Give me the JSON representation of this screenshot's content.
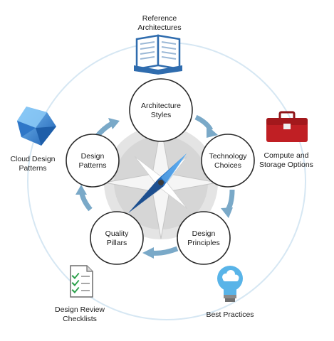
{
  "inner_nodes": [
    {
      "label": "Architecture\nStyles"
    },
    {
      "label": "Technology\nChoices"
    },
    {
      "label": "Design\nPrinciples"
    },
    {
      "label": "Quality\nPillars"
    },
    {
      "label": "Design\nPatterns"
    }
  ],
  "outer_items": {
    "reference_architectures": {
      "label": "Reference\nArchitectures",
      "icon": "book-icon"
    },
    "compute_storage": {
      "label": "Compute and\nStorage Options",
      "icon": "toolbox-icon"
    },
    "best_practices": {
      "label": "Best Practices",
      "icon": "lightbulb-cloud-icon"
    },
    "design_review": {
      "label": "Design Review\nChecklists",
      "icon": "checklist-icon"
    },
    "cloud_patterns": {
      "label": "Cloud Design\nPatterns",
      "icon": "crystal-icon"
    }
  },
  "colors": {
    "arrow": "#7aa9c8",
    "outer_ring": "#cfe3f1",
    "node_stroke": "#2b2b2b",
    "compass_bg": "#dedede",
    "needle_blue": "#2a7fd4",
    "book_blue": "#2f6cae",
    "toolbox_red": "#c01f24",
    "crystal_blue": "#3b8ee0",
    "bulb_blue": "#59b4e8"
  }
}
